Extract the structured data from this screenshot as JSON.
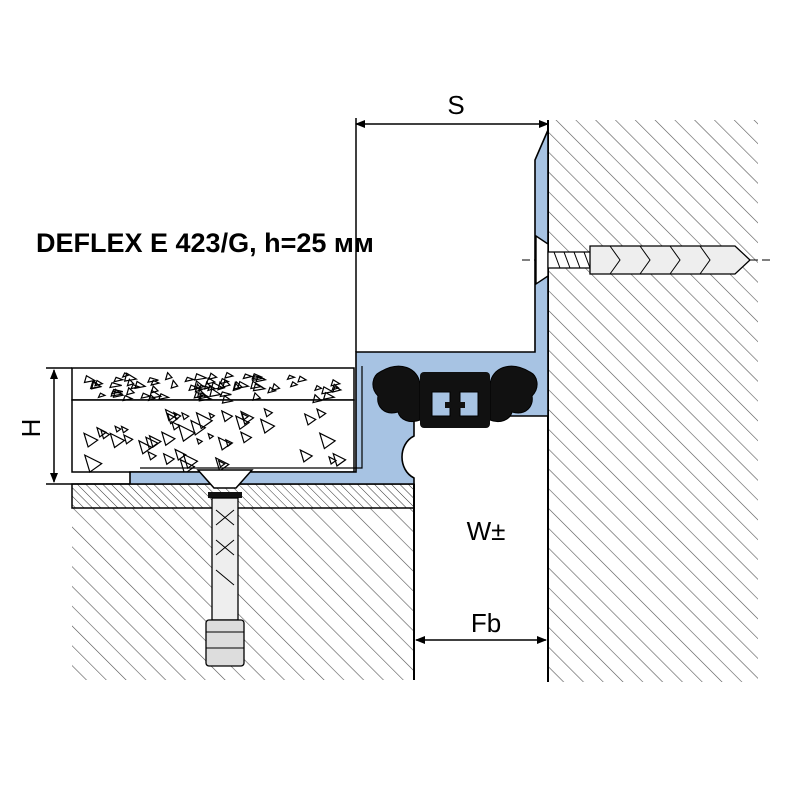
{
  "title": "DEFLEX E 423/G, h=25 мм",
  "labels": {
    "S": "S",
    "H": "H",
    "W": "W±",
    "Fb": "Fb"
  },
  "colors": {
    "profile": "#a7c3e3",
    "rubber": "#111111",
    "line": "#000000"
  }
}
